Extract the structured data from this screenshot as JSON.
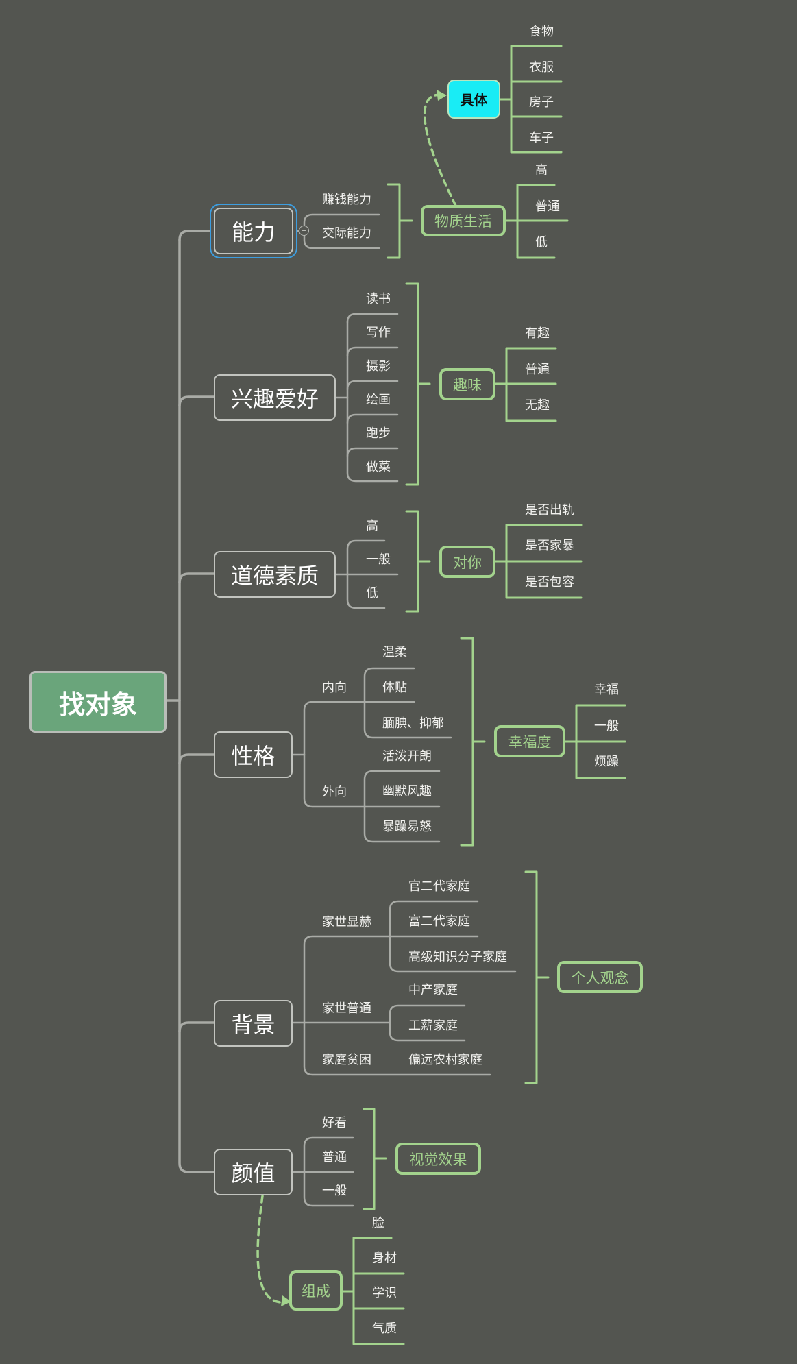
{
  "root": "找对象",
  "topics": {
    "nengli": "能力",
    "xingqu": "兴趣爱好",
    "daode": "道德素质",
    "xingge": "性格",
    "beijing": "背景",
    "yanzhi": "颜值"
  },
  "nengli": {
    "items": [
      "赚钱能力",
      "交际能力"
    ],
    "summary": "物质生活",
    "summary_levels": [
      "高",
      "普通",
      "低"
    ],
    "linked": "具体",
    "linked_items": [
      "食物",
      "衣服",
      "房子",
      "车子"
    ]
  },
  "xingqu": {
    "items": [
      "读书",
      "写作",
      "摄影",
      "绘画",
      "跑步",
      "做菜"
    ],
    "summary": "趣味",
    "summary_levels": [
      "有趣",
      "普通",
      "无趣"
    ]
  },
  "daode": {
    "items": [
      "高",
      "一般",
      "低"
    ],
    "summary": "对你",
    "summary_levels": [
      "是否出轨",
      "是否家暴",
      "是否包容"
    ]
  },
  "xingge": {
    "groups": [
      {
        "label": "内向",
        "items": [
          "温柔",
          "体贴",
          "腼腆、抑郁"
        ]
      },
      {
        "label": "外向",
        "items": [
          "活泼开朗",
          "幽默风趣",
          "暴躁易怒"
        ]
      }
    ],
    "summary": "幸福度",
    "summary_levels": [
      "幸福",
      "一般",
      "烦躁"
    ]
  },
  "beijing": {
    "groups": [
      {
        "label": "家世显赫",
        "items": [
          "官二代家庭",
          "富二代家庭",
          "高级知识分子家庭"
        ]
      },
      {
        "label": "家世普通",
        "items": [
          "中产家庭",
          "工薪家庭"
        ]
      },
      {
        "label": "家庭贫困",
        "items": [
          "偏远农村家庭"
        ]
      }
    ],
    "summary": "个人观念"
  },
  "yanzhi": {
    "items": [
      "好看",
      "普通",
      "一般"
    ],
    "summary": "视觉效果",
    "linked": "组成",
    "linked_items": [
      "脸",
      "身材",
      "学识",
      "气质"
    ]
  },
  "colors": {
    "background": "#535550",
    "root_fill": "#6aa57b",
    "branch_line": "#a9aba6",
    "summary_green": "#a3d38d",
    "highlight_cyan": "#19ecf5",
    "selection_blue": "#3d9ee0"
  }
}
